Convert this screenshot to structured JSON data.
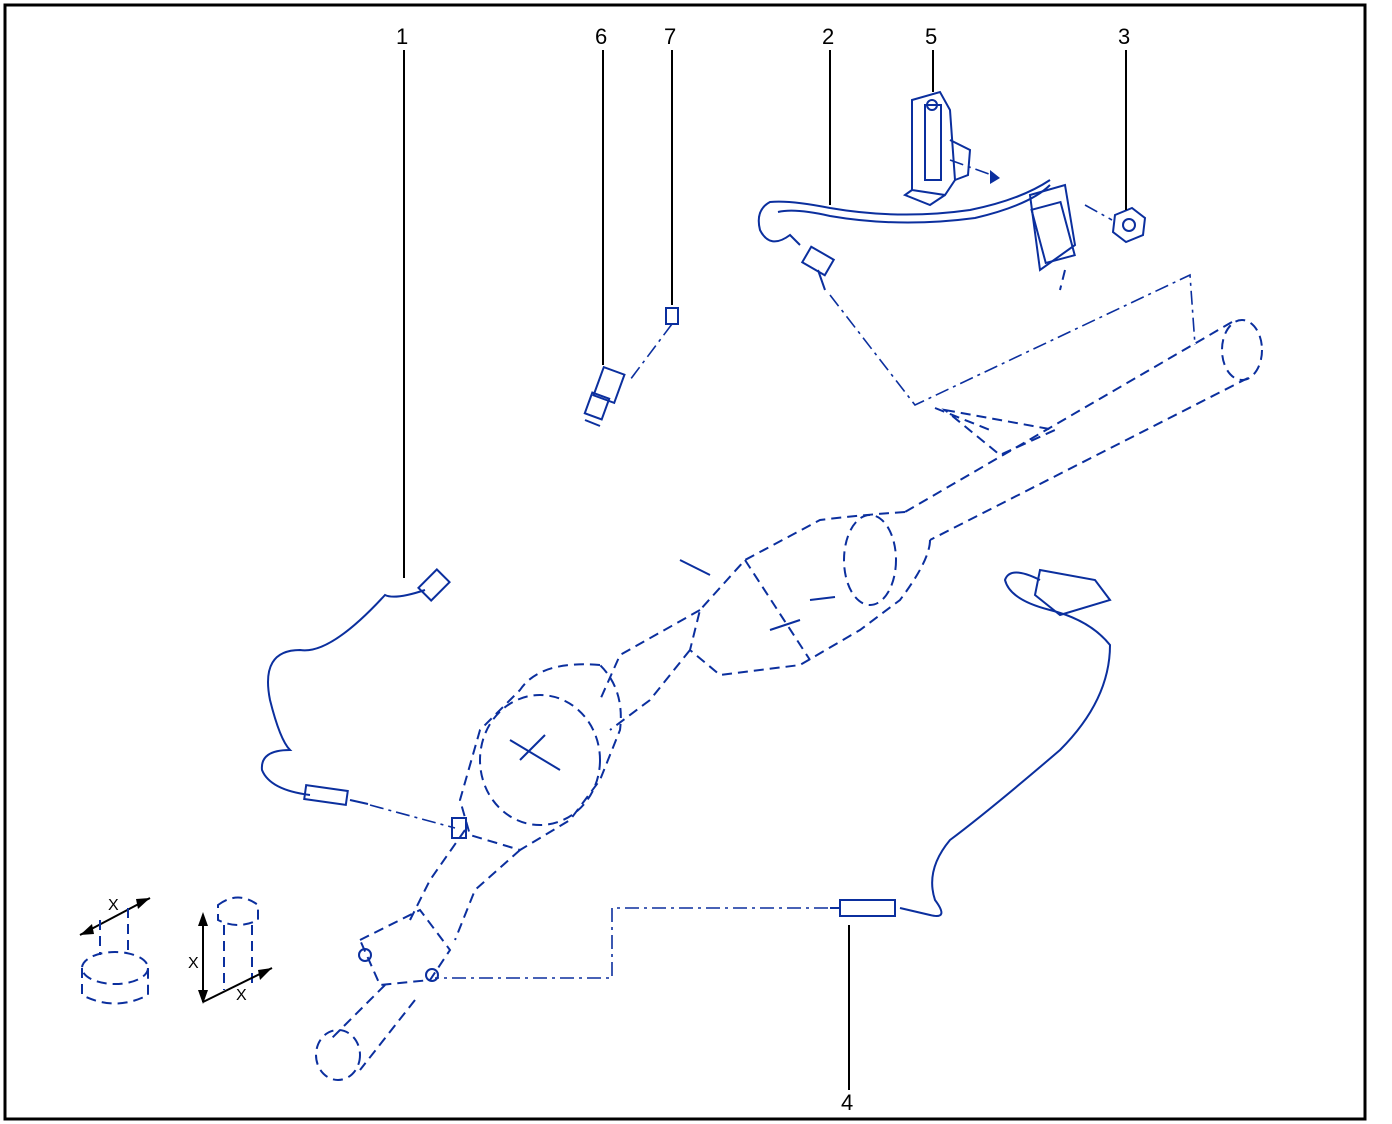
{
  "callouts": [
    "1",
    "2",
    "3",
    "4",
    "5",
    "6",
    "7"
  ],
  "dimension_labels": [
    "X",
    "X",
    "X"
  ],
  "colors": {
    "line": "#0b2f9e",
    "leader": "#000000",
    "frame": "#000000"
  }
}
